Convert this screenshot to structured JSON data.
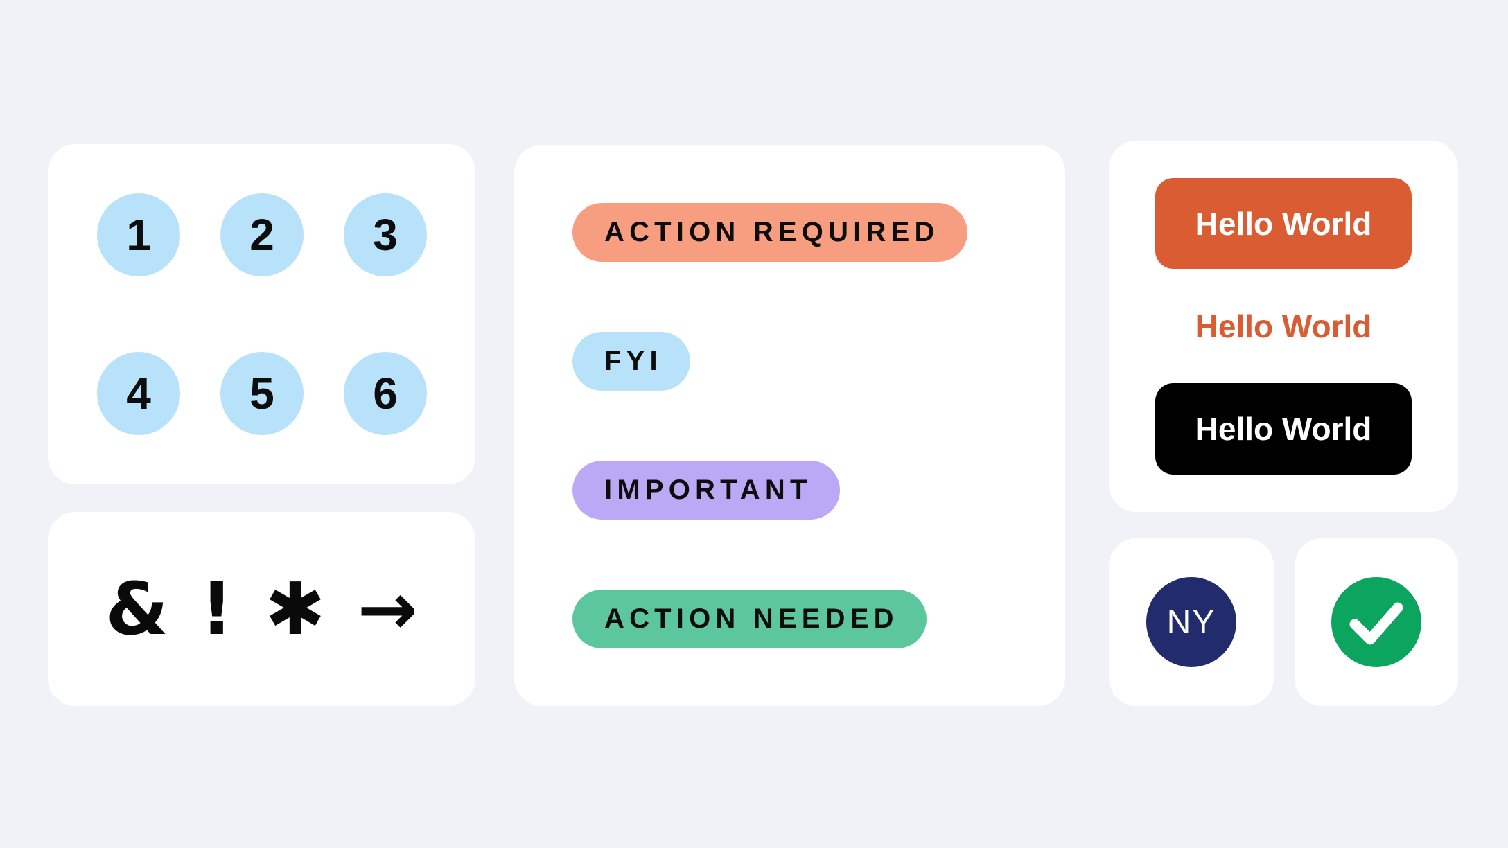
{
  "colors": {
    "page_background": "#F1F2F7",
    "card_background": "#FFFFFF",
    "light_blue": "#B8E2FA",
    "salmon": "#F89E80",
    "purple": "#BCA9F5",
    "green": "#5CC79D",
    "orange": "#D95C32",
    "black": "#000000",
    "navy": "#222B6C",
    "check_green": "#0CA55F",
    "text_dark": "#0D0D0D",
    "text_white": "#FFFFFF"
  },
  "numbers_card": {
    "items": [
      "1",
      "2",
      "3",
      "4",
      "5",
      "6"
    ]
  },
  "symbols_card": {
    "items": [
      "&",
      "!",
      "✱",
      "→"
    ]
  },
  "badges_card": {
    "badges": [
      {
        "label": "ACTION REQUIRED",
        "color": "#F89E80"
      },
      {
        "label": "FYI",
        "color": "#B8E2FA"
      },
      {
        "label": "IMPORTANT",
        "color": "#BCA9F5"
      },
      {
        "label": "ACTION NEEDED",
        "color": "#5CC79D"
      }
    ]
  },
  "buttons_card": {
    "primary_button": {
      "label": "Hello World",
      "background": "#D95C32",
      "text_color": "#FFFFFF"
    },
    "link_text": {
      "label": "Hello World",
      "text_color": "#D95C32"
    },
    "dark_button": {
      "label": "Hello World",
      "background": "#000000",
      "text_color": "#FFFFFF"
    }
  },
  "avatar_card": {
    "label": "NY",
    "background": "#222B6C",
    "text_color": "#FFFFFF"
  },
  "status_card": {
    "icon": "check-icon",
    "background": "#0CA55F",
    "check_color": "#FFFFFF"
  }
}
